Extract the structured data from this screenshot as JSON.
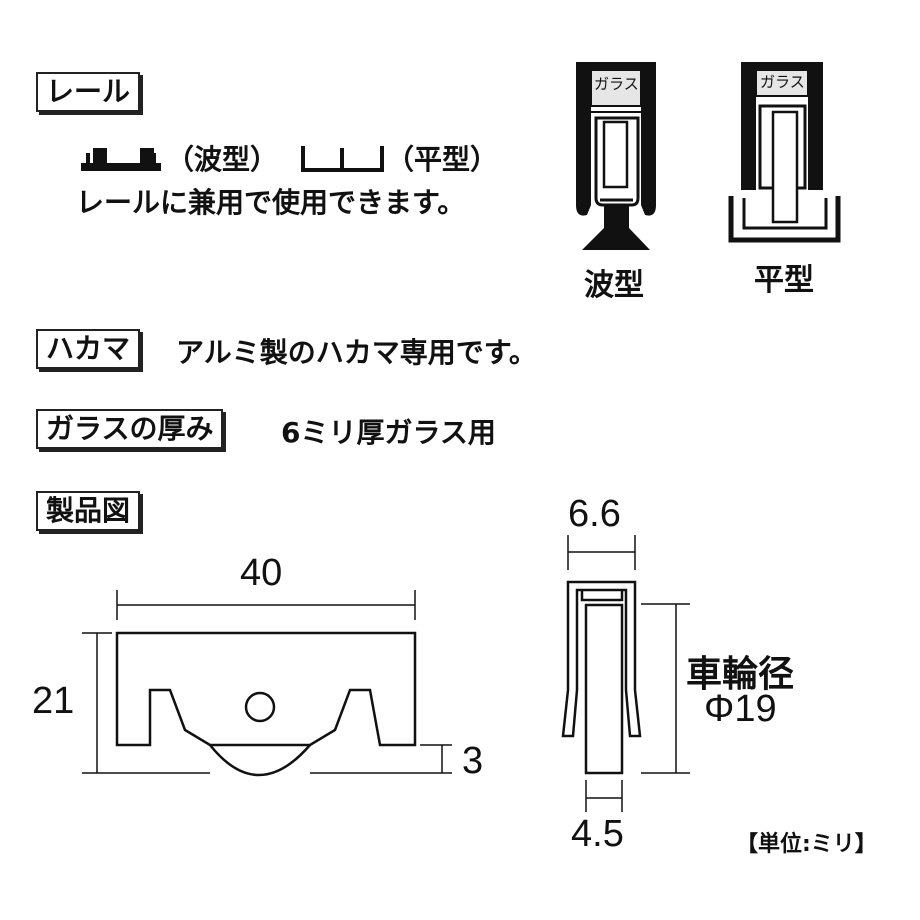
{
  "rail": {
    "label": "レール",
    "wave_type": "（波型）",
    "flat_type": "（平型）",
    "compat_note": "レールに兼用で使用できます。"
  },
  "hakama": {
    "label": "ハカマ",
    "description": "アルミ製のハカマ専用です。"
  },
  "glass": {
    "label": "ガラスの厚み",
    "description": "6ミリ厚ガラス用"
  },
  "product": {
    "label": "製品図"
  },
  "section_diagrams": {
    "glass_label_left": "ガラス",
    "glass_label_right": "ガラス",
    "caption_wave": "波型",
    "caption_flat": "平型"
  },
  "dimensions": {
    "width": "40",
    "height": "21",
    "protrusion": "3",
    "top_width": "6.6",
    "bottom_width": "4.5",
    "wheel_label": "車輪径",
    "wheel_diameter": "Φ19",
    "unit": "【単位:ミリ】"
  }
}
